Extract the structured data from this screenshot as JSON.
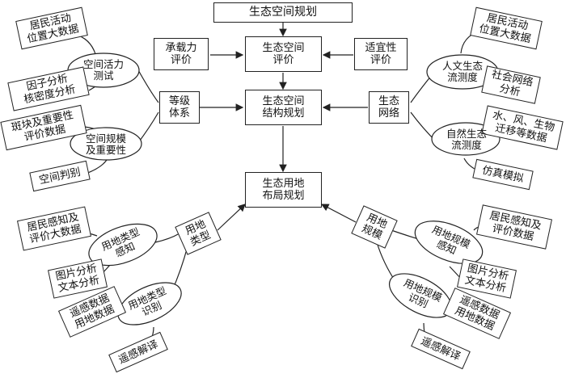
{
  "top": {
    "title": "生态空间规划"
  },
  "center": {
    "eval": "生态空间\n评价",
    "structure": "生态空间\n结构规划",
    "layout": "生态用地\n布局规划"
  },
  "side": {
    "capacity": "承载力\n评价",
    "suitability": "适宜性\n评价",
    "grade": "等级\n体系",
    "network": "生态\n网络"
  },
  "left_upper": {
    "vitality_data": "居民活动\n位置大数据",
    "vitality": "空间活力\n测试",
    "factor": "因子分析\n核密度分析",
    "patch_data": "斑块及重要性\n评价数据",
    "scale": "空间规模\n及重要性",
    "judge": "空间判别"
  },
  "right_upper": {
    "mobility_data": "居民活动\n位置大数据",
    "human_flow": "人文生态\n流测度",
    "social": "社会网络\n分析",
    "migration": "水、风、生物\n迁移等数据",
    "natural_flow": "自然生态\n流测度",
    "simulation": "仿真模拟"
  },
  "left_lower": {
    "perception_data": "居民感知及\n评价大数据",
    "type_perception": "用地类型\n感知",
    "image_text": "图片分析\n文本分析",
    "rs_data": "遥感数据\n用地数据",
    "type_recognition": "用地类型\n识别",
    "rs_interpret": "遥感解译",
    "land_type": "用地\n类型"
  },
  "right_lower": {
    "perception_data": "居民感知及\n评价数据",
    "scale_perception": "用地规模\n感知",
    "image_text": "图片分析\n文本分析",
    "rs_data": "遥感数据\n用地数据",
    "scale_recognition": "用地规模\n识别",
    "rs_interpret": "遥感解译",
    "land_scale": "用地\n规模"
  }
}
